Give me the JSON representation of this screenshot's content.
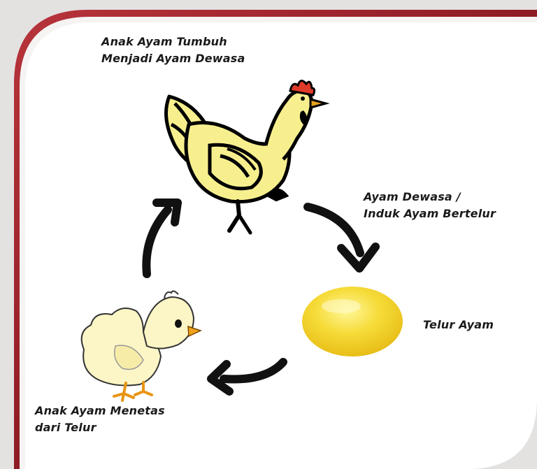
{
  "colors": {
    "frame_red": "#8e1c24",
    "panel": "#ffffff",
    "hen_body": "#f7ef8e",
    "chick_body": "#fcf6c6",
    "egg": "#f3d12a",
    "arrow": "#111111"
  },
  "icons": [
    "hen-icon",
    "chick-icon",
    "egg-icon",
    "cycle-arrow-icon"
  ],
  "stages": {
    "hen": {
      "line1": "Anak Ayam Tumbuh",
      "line2": "Menjadi Ayam Dewasa"
    },
    "laying": {
      "line1": "Ayam Dewasa /",
      "line2": "Induk Ayam  Bertelur"
    },
    "egg": {
      "line1": "Telur Ayam"
    },
    "chick": {
      "line1": "Anak Ayam Menetas",
      "line2": "dari Telur"
    }
  }
}
